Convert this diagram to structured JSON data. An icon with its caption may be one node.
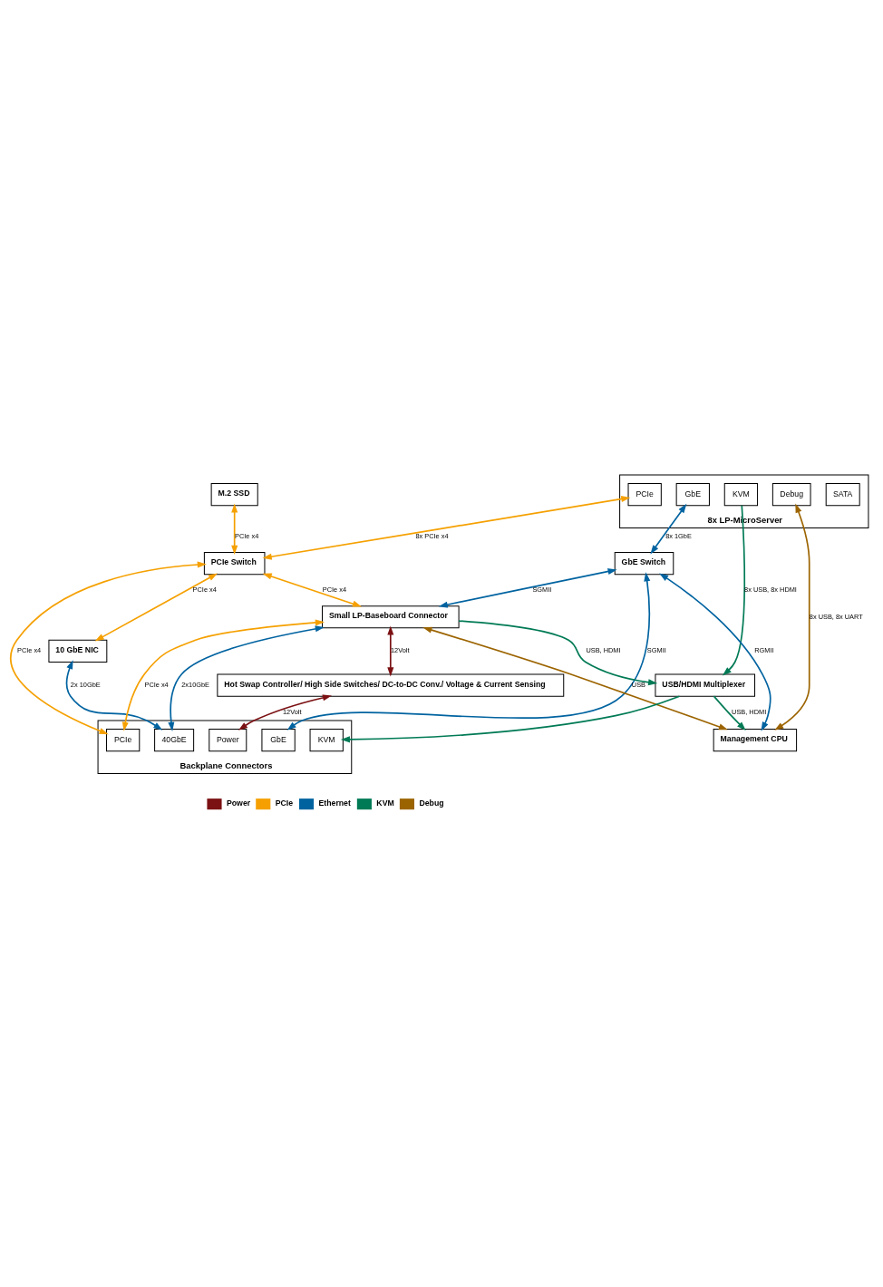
{
  "diagram": {
    "nodes": [
      {
        "text": [
          "8x LP-MicroServer"
        ]
      },
      {
        "text": [
          "SATA"
        ],
        "in": 0
      },
      {
        "text": [
          "PCIe"
        ],
        "in": 0
      },
      {
        "text": [
          "GbE"
        ],
        "in": 0
      },
      {
        "text": [
          "Debug"
        ],
        "in": 0
      },
      {
        "text": [
          "KVM"
        ],
        "in": 0
      },
      {
        "text": [
          "M.2 SSD"
        ]
      },
      {
        "text": [
          "PCIe Switch"
        ]
      },
      {
        "text": [
          "GbE Switch"
        ]
      },
      {
        "text": [
          "10 GbE NIC"
        ]
      },
      {
        "text": [
          "Small LP-Baseboard Connector"
        ]
      },
      {
        "text": [
          "Management CPU"
        ]
      },
      {
        "text": [
          "Hot Swap Controller/ High Side Switches/ DC-to-DC Conv./ Voltage & Current Sensing"
        ]
      },
      {
        "text": [
          "USB/HDMI Multiplexer"
        ]
      },
      {
        "text": [
          "Backplane Connectors"
        ]
      },
      {
        "text": [
          "Power"
        ],
        "in": 14
      },
      {
        "text": [
          "PCIe"
        ],
        "in": 14
      },
      {
        "text": [
          "40GbE"
        ],
        "in": 14
      },
      {
        "text": [
          "GbE"
        ],
        "in": 14
      },
      {
        "text": [
          "KVM"
        ],
        "in": 14
      }
    ],
    "edges": [
      {
        "from": 2,
        "to": 7,
        "arrow": "both",
        "label": "8x PCIe x4",
        "color": "#f5a000"
      },
      {
        "from": 6,
        "to": 7,
        "arrow": "both",
        "label": "PCIe x4",
        "color": "#f5a000"
      },
      {
        "from": 3,
        "to": 8,
        "arrow": "both",
        "label": "8x 1GbE",
        "color": "#0063a0"
      },
      {
        "from": 4,
        "to": 11,
        "arrow": "both",
        "label": "8x USB, 8x UART",
        "color": "#9c6400"
      },
      {
        "from": 5,
        "to": 13,
        "arrow": "to",
        "label": "8x USB, 8x HDMI",
        "color": "#007a55"
      },
      {
        "from": 7,
        "to": 10,
        "arrow": "both",
        "label": "PCIe x4",
        "color": "#f5a000"
      },
      {
        "from": 7,
        "to": 9,
        "arrow": "both",
        "label": "PCIe x4",
        "color": "#f5a000"
      },
      {
        "from": 7,
        "to": 16,
        "arrow": "both",
        "label": "PCIe x4",
        "color": "#f5a000"
      },
      {
        "from": 10,
        "to": 16,
        "arrow": "both",
        "label": "PCIe x4",
        "color": "#f5a000"
      },
      {
        "from": 8,
        "to": 10,
        "arrow": "both",
        "label": "SGMII",
        "color": "#0063a0"
      },
      {
        "from": 10,
        "to": 17,
        "arrow": "both",
        "label": "2x10GbE",
        "color": "#0063a0"
      },
      {
        "from": 9,
        "to": 17,
        "arrow": "both",
        "label": "2x 10GbE",
        "color": "#0063a0"
      },
      {
        "from": 8,
        "to": 18,
        "arrow": "both",
        "label": "SGMII",
        "color": "#0063a0"
      },
      {
        "from": 8,
        "to": 11,
        "arrow": "both",
        "label": "RGMII",
        "color": "#0063a0"
      },
      {
        "from": 10,
        "to": 11,
        "arrow": "both",
        "label": "USB",
        "color": "#9c6400"
      },
      {
        "from": 10,
        "to": 13,
        "arrow": "to",
        "label": "USB, HDMI",
        "color": "#007a55"
      },
      {
        "from": 13,
        "to": 11,
        "arrow": "to",
        "label": "USB, HDMI",
        "color": "#007a55"
      },
      {
        "from": 13,
        "to": 19,
        "arrow": "to",
        "color": "#007a55"
      },
      {
        "from": 10,
        "to": 12,
        "arrow": "both",
        "label": "12Volt",
        "color": "#7b1113"
      },
      {
        "from": 12,
        "to": 15,
        "arrow": "both",
        "label": "12Volt",
        "color": "#7b1113"
      }
    ],
    "legend": [
      {
        "text": "Power",
        "color": "#7b1113"
      },
      {
        "text": "PCIe",
        "color": "#f5a000"
      },
      {
        "text": "Ethernet",
        "color": "#0063a0"
      },
      {
        "text": "KVM",
        "color": "#007a55"
      },
      {
        "text": "Debug",
        "color": "#9c6400"
      }
    ]
  }
}
